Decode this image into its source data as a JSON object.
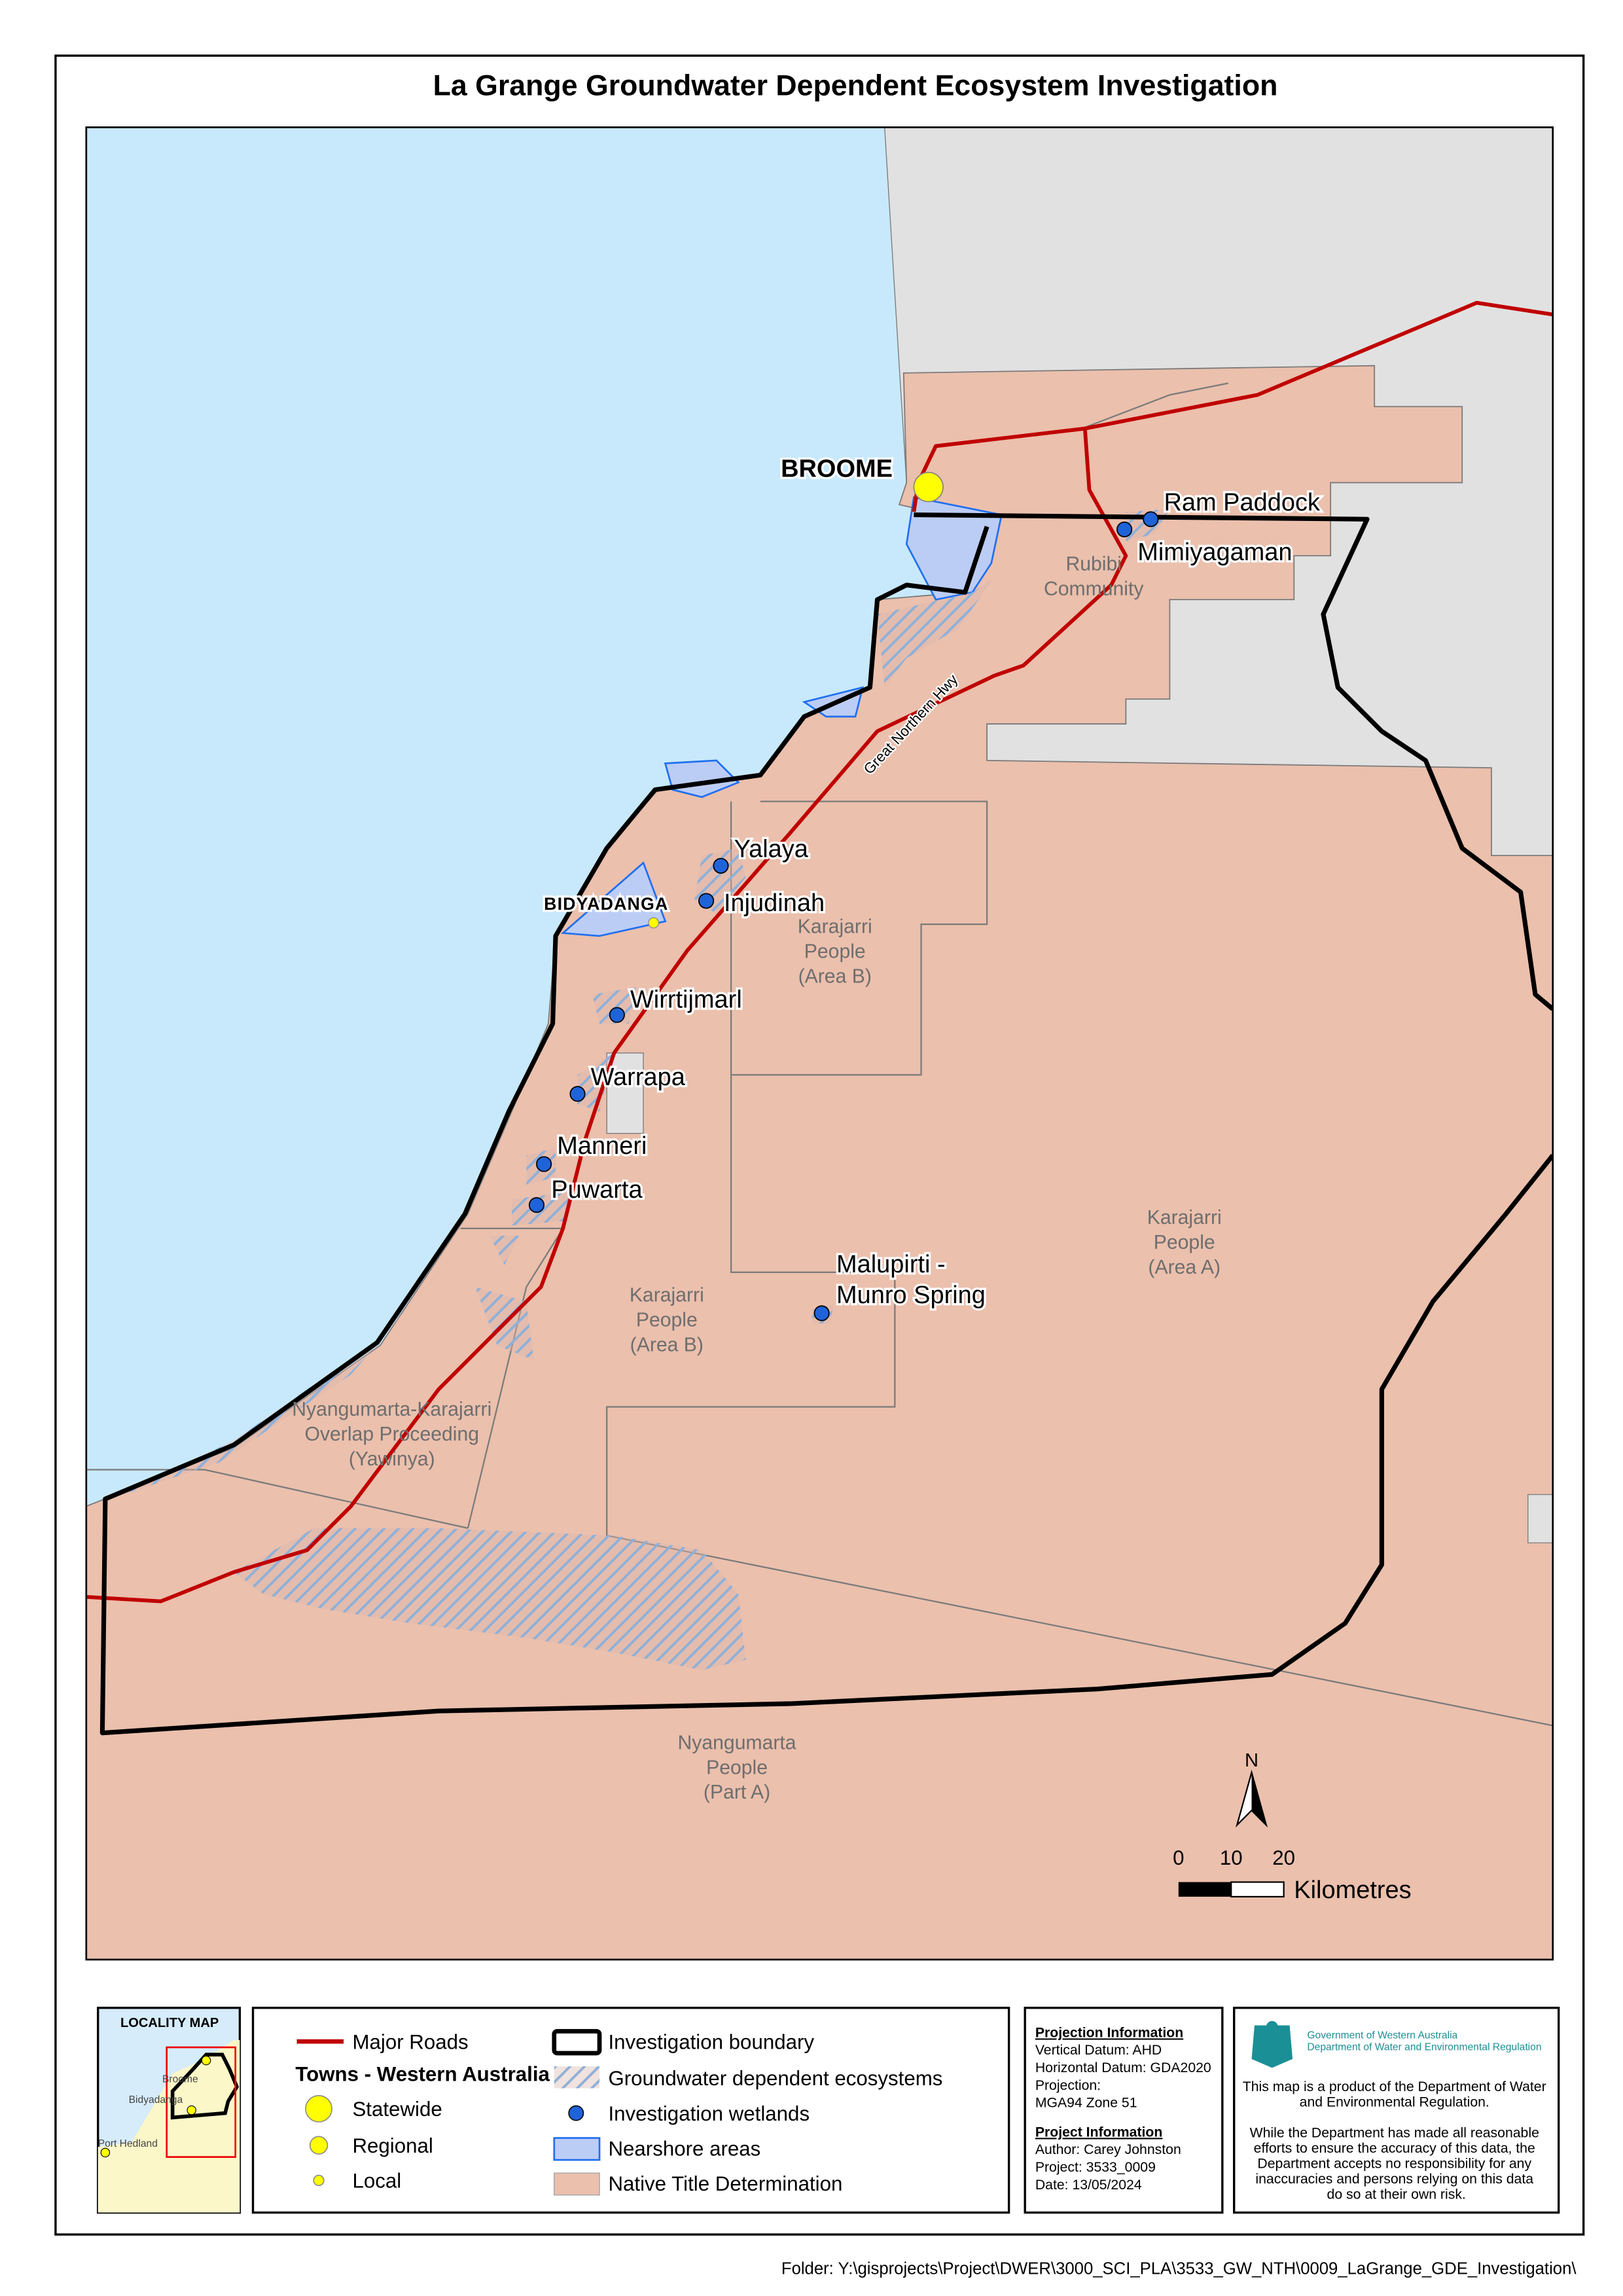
{
  "title": "La Grange Groundwater Dependent Ecosystem Investigation",
  "colors": {
    "sea": "#c8e9fb",
    "other_land": "#e1e1e1",
    "native_title": "#ebc0ad",
    "nearshore": "#bccdf5",
    "nearshore_outline": "#1f6ff0",
    "road": "#c00000",
    "gde_hatch": "#8fb0d8",
    "wetland": "#1f63d8",
    "town": "#ffff00"
  },
  "map": {
    "towns": {
      "broome": "BROOME",
      "bidyadanga": "BIDYADANGA"
    },
    "wetlands": [
      "Ram Paddock",
      "Mimiyagaman",
      "Yalaya",
      "Injudinah",
      "Wirrtijmarl",
      "Warrapa",
      "Manneri",
      "Puwarta",
      "Malupirti -",
      "Munro Spring"
    ],
    "road_label": "Great Northern Hwy",
    "native_title_labels": {
      "rubibi": [
        "Rubibi",
        "Community"
      ],
      "karajarri_b1": [
        "Karajarri",
        "People",
        "(Area B)"
      ],
      "karajarri_b2": [
        "Karajarri",
        "People",
        "(Area B)"
      ],
      "karajarri_a": [
        "Karajarri",
        "People",
        "(Area A)"
      ],
      "overlap": [
        "Nyangumarta-Karajarri",
        "Overlap Proceeding",
        "(Yawinya)"
      ],
      "nyangumarta": [
        "Nyangumarta",
        "People",
        "(Part A)"
      ]
    },
    "north_arrow": "N",
    "scale_bar": {
      "ticks": [
        "0",
        "10",
        "20"
      ],
      "unit": "Kilometres"
    }
  },
  "locality_map": {
    "title": "LOCALITY MAP",
    "places": [
      "Broome",
      "Bidyadanga",
      "Port Hedland"
    ]
  },
  "legend": {
    "major_roads": "Major Roads",
    "towns_heading": "Towns - Western Australia",
    "statewide": "Statewide",
    "regional": "Regional",
    "local": "Local",
    "investigation_boundary": "Investigation boundary",
    "gde": "Groundwater dependent ecosystems",
    "wetlands": "Investigation wetlands",
    "nearshore": "Nearshore areas",
    "native_title": "Native Title Determination"
  },
  "projection_info": {
    "heading": "Projection Information",
    "vertical_datum": "Vertical Datum: AHD",
    "horizontal_datum": "Horizontal Datum: GDA2020",
    "projection": "Projection:",
    "zone": "MGA94 Zone 51"
  },
  "project_info": {
    "heading": "Project Information",
    "author": "Author: Carey Johnston",
    "project": "Project: 3533_0009",
    "date": "Date: 13/05/2024"
  },
  "agency": {
    "gov_line_1": "Government of Western Australia",
    "gov_line_2": "Department of Water and Environmental Regulation",
    "disclaimer": [
      "This map is a product of the Department of Water",
      "and Environmental Regulation.",
      "",
      "While the Department has made all reasonable",
      "efforts to ensure the accuracy of this data, the",
      "Department accepts no responsibility for any",
      "inaccuracies and persons relying on this data",
      "do so at their own risk."
    ]
  },
  "folder_path": "Folder: Y:\\gisprojects\\Project\\DWER\\3000_SCI_PLA\\3533_GW_NTH\\0009_LaGrange_GDE_Investigation\\"
}
